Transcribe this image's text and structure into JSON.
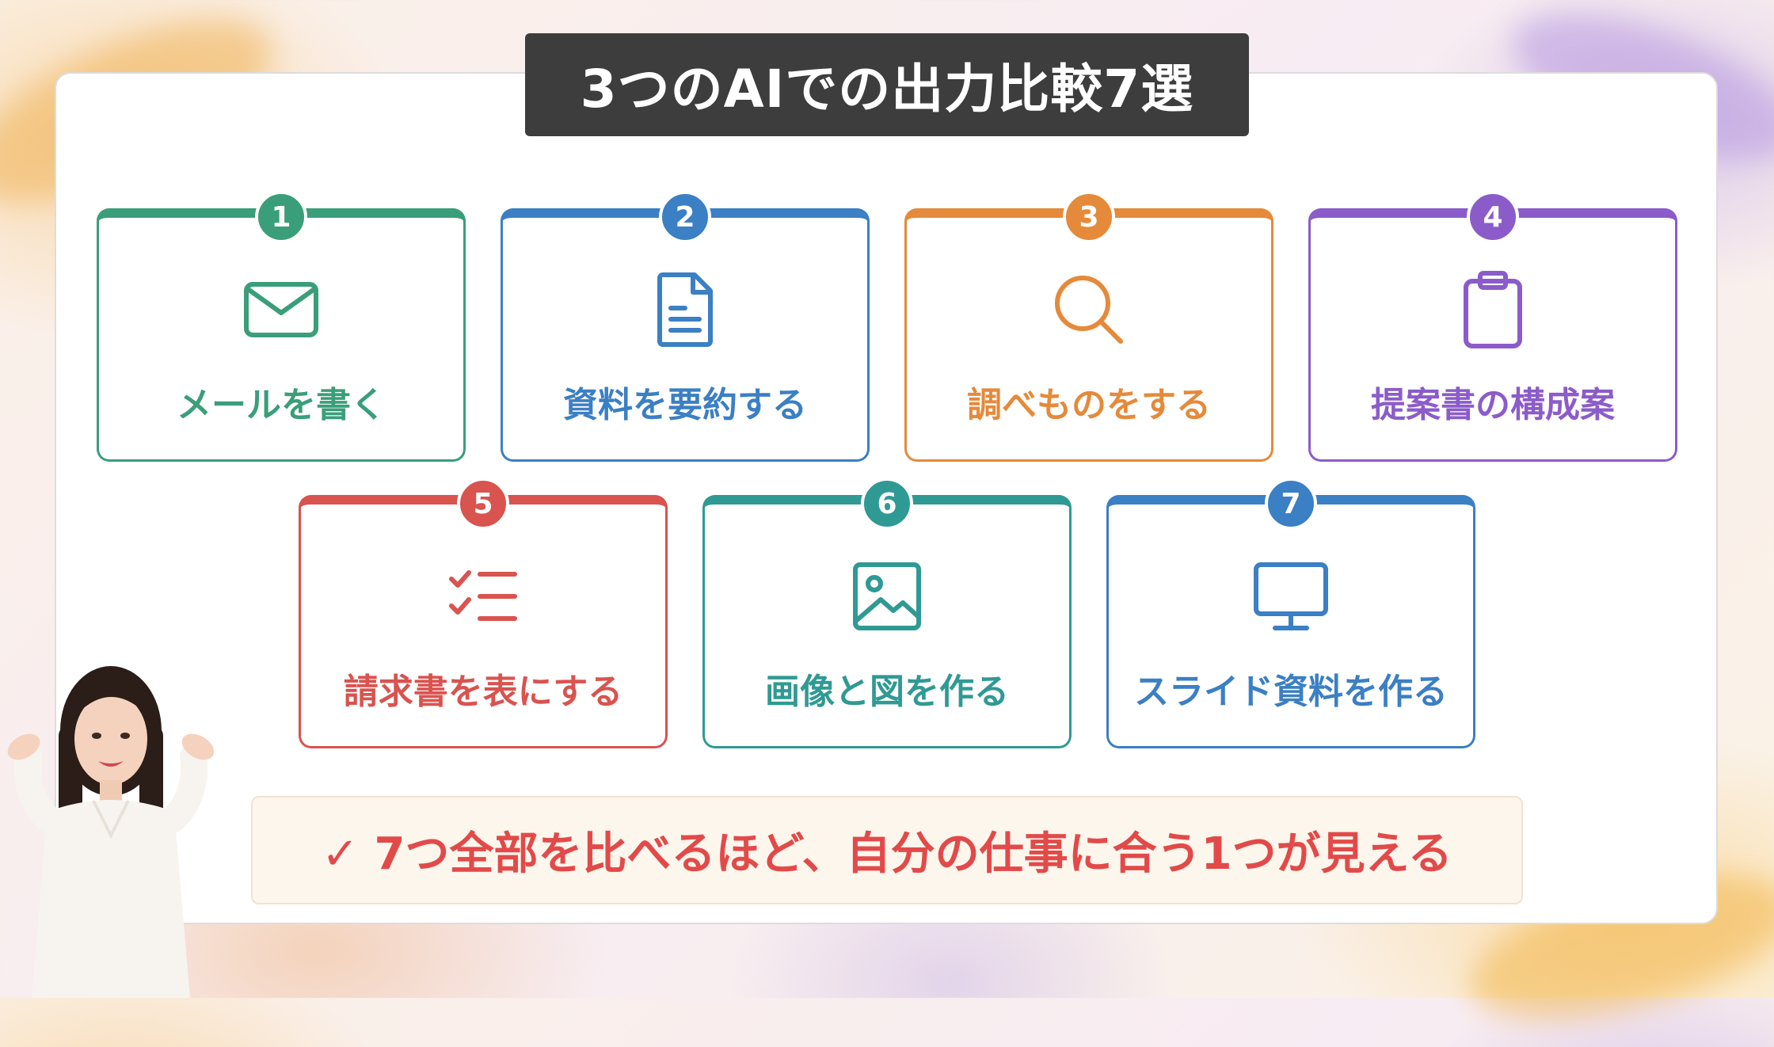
{
  "title": "3つのAIでの出力比較7選",
  "cards": [
    {
      "number": "1",
      "label": "メールを書く",
      "icon": "mail-icon",
      "color": "#3a9e7a"
    },
    {
      "number": "2",
      "label": "資料を要約する",
      "icon": "document-icon",
      "color": "#3b7fc4"
    },
    {
      "number": "3",
      "label": "調べものをする",
      "icon": "search-icon",
      "color": "#e58a3a"
    },
    {
      "number": "4",
      "label": "提案書の構成案",
      "icon": "clipboard-icon",
      "color": "#8b5cc9"
    },
    {
      "number": "5",
      "label": "請求書を表にする",
      "icon": "checklist-icon",
      "color": "#d9534f"
    },
    {
      "number": "6",
      "label": "画像と図を作る",
      "icon": "image-icon",
      "color": "#2f9a93"
    },
    {
      "number": "7",
      "label": "スライド資料を作る",
      "icon": "monitor-icon",
      "color": "#3b7fc4"
    }
  ],
  "note": {
    "text": "✓ 7つ全部を比べるほど、自分の仕事に合う1つが見える",
    "color": "#e24a4a"
  }
}
